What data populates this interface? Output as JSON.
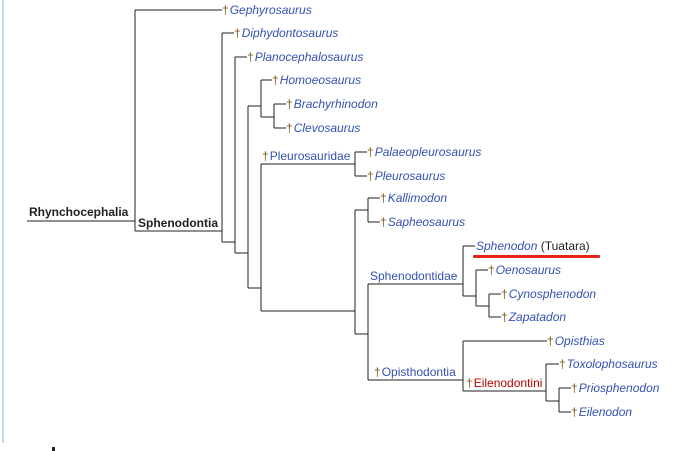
{
  "cladogram": {
    "root": {
      "label": "Rhynchocephalia"
    },
    "clade_sphenodontia": {
      "label": "Sphenodontia"
    },
    "dagger_symbol": "†",
    "taxa": {
      "gephyrosaurus": {
        "label": "Gephyrosaurus",
        "extinct": true
      },
      "diphydontosaurus": {
        "label": "Diphydontosaurus",
        "extinct": true
      },
      "planocephalosaurus": {
        "label": "Planocephalosaurus",
        "extinct": true
      },
      "homoeosaurus": {
        "label": "Homoeosaurus",
        "extinct": true
      },
      "brachyrhinodon": {
        "label": "Brachyrhinodon",
        "extinct": true
      },
      "clevosaurus": {
        "label": "Clevosaurus",
        "extinct": true
      },
      "palaeopleurosaurus": {
        "label": "Palaeopleurosaurus",
        "extinct": true
      },
      "pleurosaurus": {
        "label": "Pleurosaurus",
        "extinct": true
      },
      "kallimodon": {
        "label": "Kallimodon",
        "extinct": true
      },
      "sapheosaurus": {
        "label": "Sapheosaurus",
        "extinct": true
      },
      "sphenodon": {
        "label": "Sphenodon",
        "common_name": "(Tuatara)",
        "extinct": false,
        "highlighted": true
      },
      "oenosaurus": {
        "label": "Oenosaurus",
        "extinct": true
      },
      "cynosphenodon": {
        "label": "Cynosphenodon",
        "extinct": true
      },
      "zapatadon": {
        "label": "Zapatadon",
        "extinct": true
      },
      "opisthias": {
        "label": "Opisthias",
        "extinct": true
      },
      "toxolophosaurus": {
        "label": "Toxolophosaurus",
        "extinct": true
      },
      "priosphenodon": {
        "label": "Priosphenodon",
        "extinct": true
      },
      "eilenodon": {
        "label": "Eilenodon",
        "extinct": true
      }
    },
    "clades": {
      "pleurosauridae": {
        "label": "Pleurosauridae",
        "extinct": true
      },
      "sphenodontidae": {
        "label": "Sphenodontidae",
        "extinct": false
      },
      "opisthodontia": {
        "label": "Opisthodontia",
        "extinct": true
      },
      "eilenodontini": {
        "label": "Eilenodontini",
        "extinct": true,
        "link_state": "missing-page"
      }
    },
    "colors": {
      "link": "#3451b2",
      "missing_link": "#ba0000",
      "dagger": "#7a5a17",
      "highlight_underline": "#e8231c",
      "lines": "#202122"
    }
  }
}
